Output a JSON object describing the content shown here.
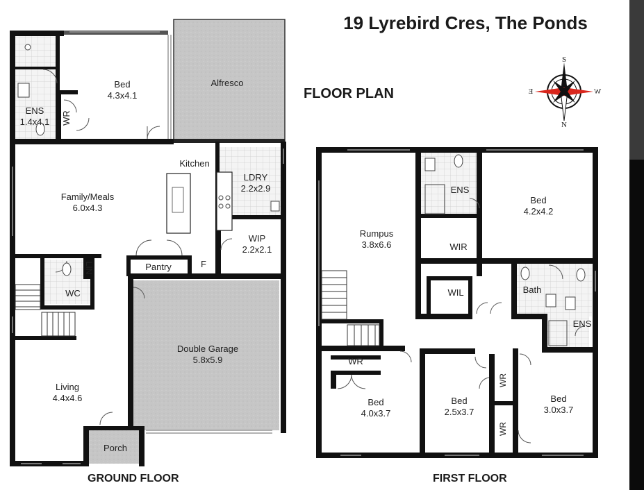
{
  "title": "19 Lyrebird Cres, The Ponds",
  "subtitle": "FLOOR PLAN",
  "ground_floor": {
    "caption": "GROUND FLOOR",
    "rooms": [
      {
        "name": "Bed",
        "size": "4.3x4.1"
      },
      {
        "name": "Alfresco",
        "size": ""
      },
      {
        "name": "ENS",
        "size": "1.4x4.1"
      },
      {
        "name": "WR",
        "size": ""
      },
      {
        "name": "Kitchen",
        "size": ""
      },
      {
        "name": "LDRY",
        "size": "2.2x2.9"
      },
      {
        "name": "Family/Meals",
        "size": "6.0x4.3"
      },
      {
        "name": "WIP",
        "size": "2.2x2.1"
      },
      {
        "name": "Pantry",
        "size": ""
      },
      {
        "name": "F",
        "size": ""
      },
      {
        "name": "LIN",
        "size": ""
      },
      {
        "name": "WC",
        "size": ""
      },
      {
        "name": "Double Garage",
        "size": "5.8x5.9"
      },
      {
        "name": "Living",
        "size": "4.4x4.6"
      },
      {
        "name": "Porch",
        "size": ""
      }
    ]
  },
  "first_floor": {
    "caption": "FIRST FLOOR",
    "rooms": [
      {
        "name": "ENS",
        "size": ""
      },
      {
        "name": "Bed",
        "size": "4.2x4.2"
      },
      {
        "name": "Rumpus",
        "size": "3.8x6.6"
      },
      {
        "name": "WIR",
        "size": ""
      },
      {
        "name": "WIL",
        "size": ""
      },
      {
        "name": "Bath",
        "size": ""
      },
      {
        "name": "ENS",
        "size": ""
      },
      {
        "name": "WR",
        "size": ""
      },
      {
        "name": "Bed",
        "size": "4.0x3.7"
      },
      {
        "name": "Bed",
        "size": "2.5x3.7"
      },
      {
        "name": "WR",
        "size": ""
      },
      {
        "name": "WR",
        "size": ""
      },
      {
        "name": "Bed",
        "size": "3.0x3.7"
      }
    ]
  },
  "compass": {
    "north": "N",
    "south": "S",
    "east": "E",
    "west": "W",
    "accent": "#d9261c"
  },
  "colors": {
    "wall": "#111111",
    "paved": "#c8c8c8",
    "tile": "#f0f0f0"
  }
}
